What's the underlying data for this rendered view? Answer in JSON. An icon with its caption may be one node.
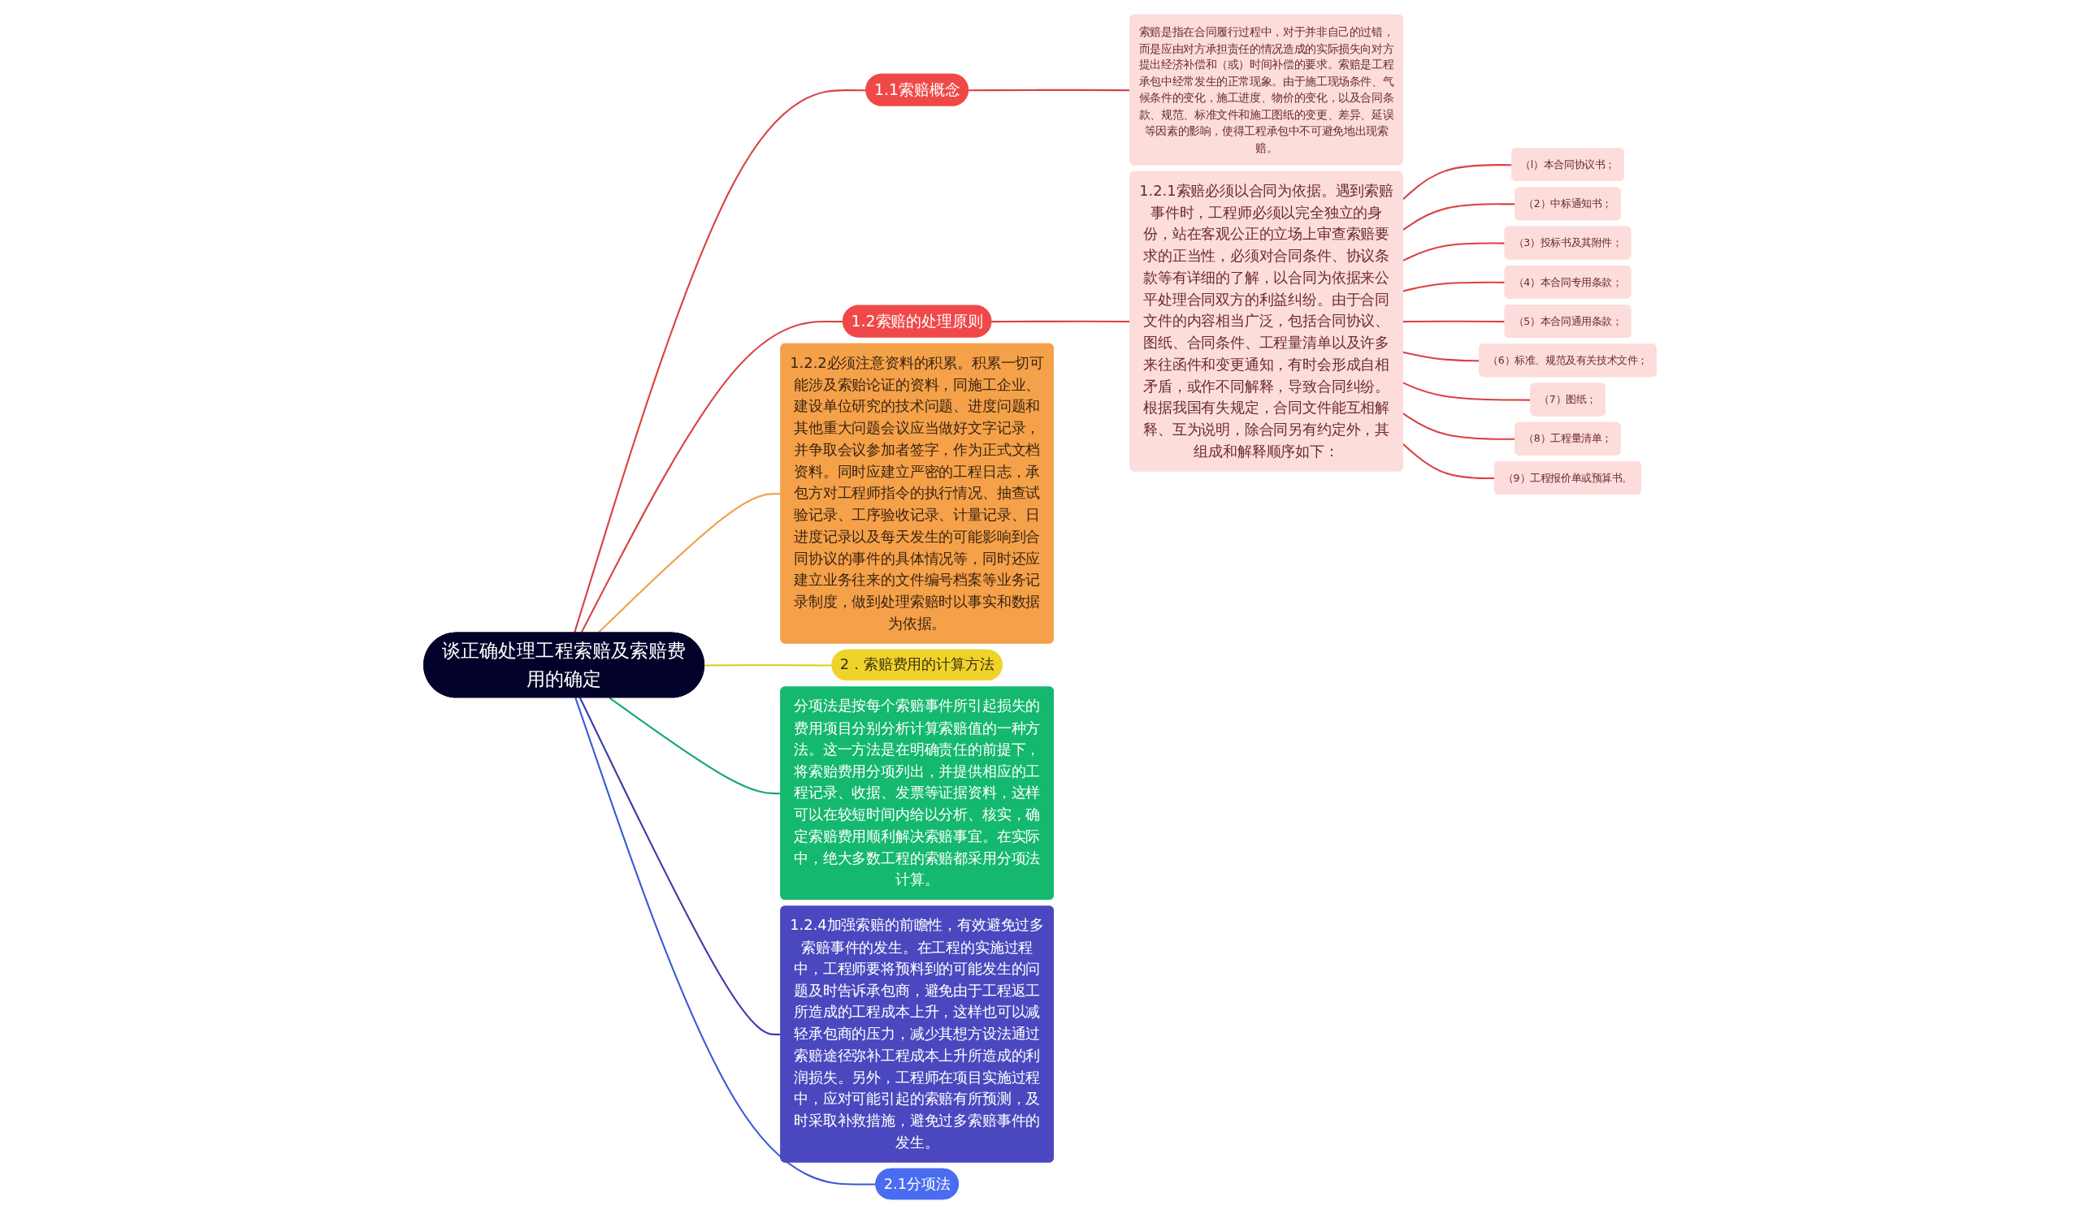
{
  "diagram": {
    "nodes": [
      {
        "text": [
          "谈正确处理工程索赔及索赔费用的确定"
        ]
      },
      {
        "text": [
          "1.1索赔概念"
        ]
      },
      {
        "text": [
          "索赔是指在合同履行过程中，对于并非自己的过错，而是应由对方承担责任的情况造成的实际损失向对方提出经济补偿和（或）时间补偿的要求。索赔是工程承包中经常发生的正常现象。由于施工现场条件、气候条件的变化，施工进度、物价的变化，以及合同条款、规范、标准文件和施工图纸的变更、差异、延误等因素的影响，使得工程承包中不可避免地出现索赔。"
        ]
      },
      {
        "text": [
          "1.2索赔的处理原则"
        ]
      },
      {
        "text": [
          "1.2.1索赔必须以合同为依据。遇到索赔事件时，工程师必须以完全独立的身份，站在客观公正的立场上审查索赔要求的正当性，必须对合同条件、协议条款等有详细的了解，以合同为依据来公平处理合同双方的利益纠纷。由于合同文件的内容相当广泛，包括合同协议、图纸、合同条件、工程量清单以及许多来往函件和变更通知，有时会形成自相矛盾，或作不同解释，导致合同纠纷。根据我国有失规定，合同文件能互相解释、互为说明，除合同另有约定外，其组成和解释顺序如下："
        ]
      },
      {
        "text": [
          "（l）本合同协议书；"
        ]
      },
      {
        "text": [
          "（2）中标通知书；"
        ]
      },
      {
        "text": [
          "（3）投标书及其附件；"
        ]
      },
      {
        "text": [
          "（4）本合同专用条款；"
        ]
      },
      {
        "text": [
          "（5）本合同通用条款；"
        ]
      },
      {
        "text": [
          "（6）标准、规范及有关技术文件；"
        ]
      },
      {
        "text": [
          "（7）图纸；"
        ]
      },
      {
        "text": [
          "（8）工程量清单；"
        ]
      },
      {
        "text": [
          "（9）工程报价单或预算书。"
        ]
      },
      {
        "text": [
          "1.2.2必须注意资料的积累。积累一切可能涉及索贻论证的资料，同施工企业、建设单位研究的技术问题、进度问题和其他重大问题会议应当做好文字记录，并争取会议参加者签字，作为正式文档资料。同时应建立严密的工程日志，承包方对工程师指令的执行情况、抽查试验记录、工序验收记录、计量记录、日进度记录以及每天发生的可能影响到合同协议的事件的具体情况等，同时还应建立业务往来的文件编号档案等业务记录制度，做到处理索赔时以事实和数据为依据。"
        ]
      },
      {
        "text": [
          "2．索赔费用的计算方法"
        ]
      },
      {
        "text": [
          "分项法是按每个索赔事件所引起损失的费用项目分别分析计算索赔值的一种方法。这一方法是在明确责任的前提下，将索贻费用分项列出，并提供相应的工程记录、收据、发票等证据资料，这样可以在较短时间内给以分析、核实，确定索赔费用顺利解决索赔事宜。在实际中，绝大多数工程的索赔都采用分项法计算。"
        ]
      },
      {
        "text": [
          "1.2.4加强索赔的前瞻性，有效避免过多索赔事件的发生。在工程的实施过程中，工程师要将预料到的可能发生的问题及时告诉承包商，避免由于工程返工所造成的工程成本上升，这样也可以减轻承包商的压力，减少其想方设法通过索赔途径弥补工程成本上升所造成的利润损失。另外，工程师在项目实施过程中，应对可能引起的索赔有所预测，及时采取补救措施，避免过多索赔事件的发生。"
        ]
      },
      {
        "text": [
          "2.1分项法"
        ]
      }
    ],
    "edges": [
      {
        "from": 0,
        "to": 1,
        "arrow": "none"
      },
      {
        "from": 1,
        "to": 2,
        "arrow": "none"
      },
      {
        "from": 0,
        "to": 3,
        "arrow": "none"
      },
      {
        "from": 3,
        "to": 4,
        "arrow": "none"
      },
      {
        "from": 4,
        "to": 5,
        "arrow": "none"
      },
      {
        "from": 4,
        "to": 6,
        "arrow": "none"
      },
      {
        "from": 4,
        "to": 7,
        "arrow": "none"
      },
      {
        "from": 4,
        "to": 8,
        "arrow": "none"
      },
      {
        "from": 4,
        "to": 9,
        "arrow": "none"
      },
      {
        "from": 4,
        "to": 10,
        "arrow": "none"
      },
      {
        "from": 4,
        "to": 11,
        "arrow": "none"
      },
      {
        "from": 4,
        "to": 12,
        "arrow": "none"
      },
      {
        "from": 4,
        "to": 13,
        "arrow": "none"
      },
      {
        "from": 0,
        "to": 14,
        "arrow": "none",
        "color": "#f0a24c"
      },
      {
        "from": 0,
        "to": 15,
        "arrow": "none",
        "color": "#e6cc2c"
      },
      {
        "from": 0,
        "to": 16,
        "arrow": "none",
        "color": "#14a86a"
      },
      {
        "from": 0,
        "to": 17,
        "arrow": "none",
        "color": "#3c3aa8"
      },
      {
        "from": 0,
        "to": 18,
        "arrow": "none",
        "color": "#3a5ad6"
      }
    ]
  }
}
